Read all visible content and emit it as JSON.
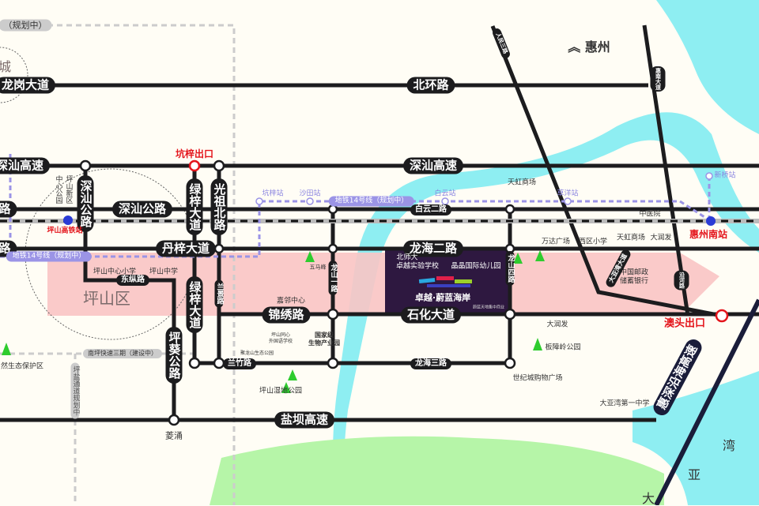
{
  "roads": {
    "longgang": "龙岗大道",
    "beihuan": "北环路",
    "shenshan_hwy": "深汕高速",
    "shenshan_road": "深汕公路",
    "lu_left": "路",
    "baiyun2": "白云二路",
    "danzi": "丹梓大道",
    "longhai2": "龙海二路",
    "dongzong": "东纵路",
    "lvzi": "绿梓大道",
    "guangzu": "光祖北路",
    "lanjing": "兰景路",
    "pingkui": "坪葵公路",
    "longshan1": "龙山一路",
    "longshan4": "龙山四路",
    "jinxiu": "锦绣路",
    "shihua": "石化大道",
    "lanzhu": "兰竹路",
    "longhai3": "龙海三路",
    "yanba": "盐坝高速",
    "renmin3": "人民三路",
    "huinan": "惠南大道",
    "yanhe": "沿河路",
    "dayawan": "大亚湾大道",
    "huishen": "惠深沿海高速",
    "nanping": "南坪快速三期（建设中）",
    "planning": "（规划中）",
    "pingyan": "坪盐通道规划中"
  },
  "metro": {
    "line_label": "地铁14号线（规划中）",
    "stations": [
      "坑梓站",
      "沙田站",
      "白云站",
      "草洋站",
      "新桥站"
    ]
  },
  "rail_stations": {
    "pingshan": "坪山高铁站",
    "huizhou_south": "惠州南站"
  },
  "exits": {
    "kengzi": "坑梓出口",
    "aotou": "澳头出口"
  },
  "regions": {
    "pingshan": "坪山区",
    "huizhou": "惠州",
    "cheng": "城",
    "bay": [
      "湾",
      "亚",
      "大"
    ]
  },
  "project": {
    "name": "卓越·蔚蓝海岸",
    "commerce": "蔚蓝天地集中商业"
  },
  "pois": [
    "坪山新区",
    "中心公园",
    "坪山中心小学",
    "坪山中学",
    "然生态保护区",
    "菱涌",
    "天虹商场",
    "中医院",
    "万达广场",
    "西区小学",
    "天虹商场",
    "大润发",
    "五马峰",
    "北师大",
    "卓越实验学校",
    "晶晶国际幼儿园",
    "中国邮政",
    "储蓄银行",
    "嘉邻中心",
    "坪山同心",
    "外国语学校",
    "国家级",
    "生物产业园",
    "聚龙山生态公园",
    "大润发",
    "板障岭公园",
    "世纪城购物广场",
    "坪山湿地公园",
    "大亚湾第一中学"
  ],
  "colors": {
    "road": "#1c1c1e",
    "metro": "#9b94e6",
    "river": "#7ee8ee",
    "zone": "#f9c4c4",
    "project": "#2e1840",
    "exit": "#e4141b",
    "park": "#b6f5a8"
  }
}
